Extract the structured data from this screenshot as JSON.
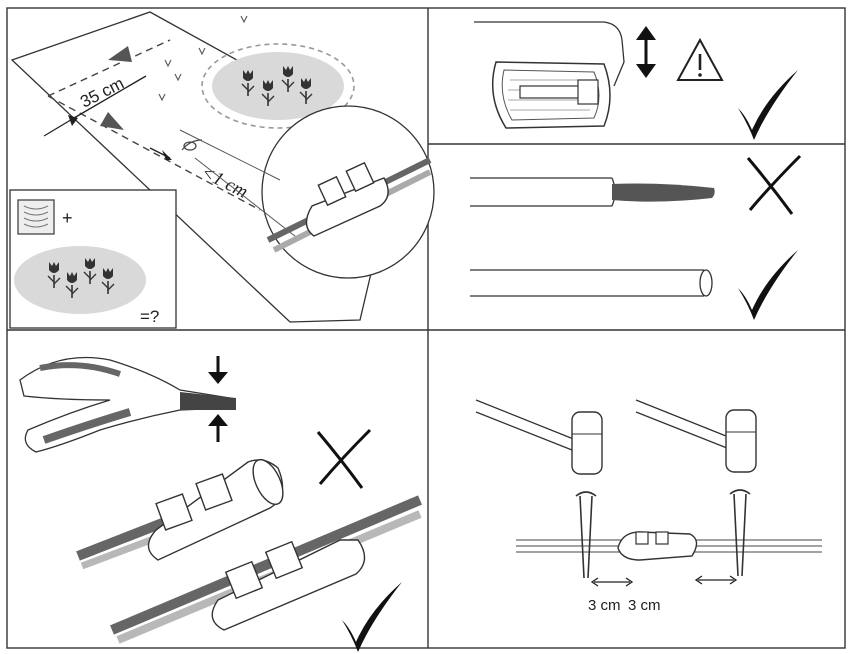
{
  "panels": {
    "top_left": {
      "distance_label": "35 cm",
      "gap_label": "<1 cm",
      "plus_label": "+",
      "question_label": "=?"
    },
    "bottom_right": {
      "spacing_label_1": "3 cm",
      "spacing_label_2": "3 cm"
    }
  },
  "colors": {
    "line": "#222222",
    "lawn_gray": "#d9d9d9",
    "wire_dark": "#6d6d6d",
    "wire_light": "#b8b8b8"
  },
  "icons": [
    "tulip-icon",
    "wire-spool-icon",
    "warning-icon",
    "check-icon",
    "cross-icon",
    "double-arrow-icon",
    "pliers-icon"
  ]
}
